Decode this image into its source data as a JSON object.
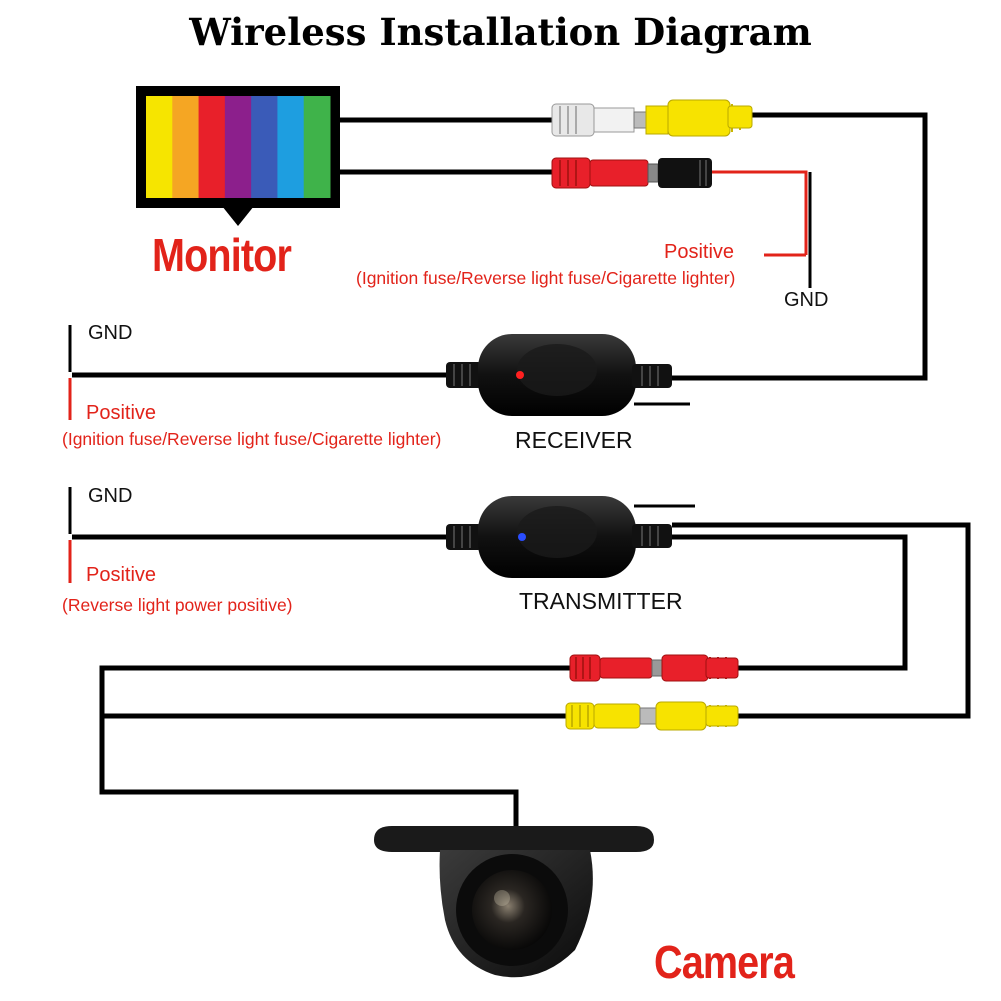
{
  "title": "Wireless Installation Diagram",
  "monitor": {
    "label": "Monitor",
    "screen_colors": [
      "#f6e500",
      "#f5a623",
      "#e8202a",
      "#8c1f8c",
      "#3a5bb8",
      "#1e9ee0",
      "#3fb34a"
    ]
  },
  "monitor_power": {
    "positive_label": "Positive",
    "positive_note": "(Ignition fuse/Reverse light fuse/Cigarette lighter)",
    "gnd_label": "GND"
  },
  "receiver": {
    "label": "RECEIVER",
    "gnd_label": "GND",
    "positive_label": "Positive",
    "positive_note": "(Ignition fuse/Reverse light fuse/Cigarette lighter)",
    "led_color": "#ff2020"
  },
  "transmitter": {
    "label": "TRANSMITTER",
    "gnd_label": "GND",
    "positive_label": "Positive",
    "positive_note": "(Reverse light power positive)",
    "led_color": "#2a4dff"
  },
  "camera": {
    "label": "Camera"
  },
  "colors": {
    "wire": "#000000",
    "power_wire": "#e2231a",
    "rca_yellow": "#f7e300",
    "rca_red": "#e8202a",
    "rca_white": "#e8e8e8",
    "label_red": "#e2231a"
  }
}
